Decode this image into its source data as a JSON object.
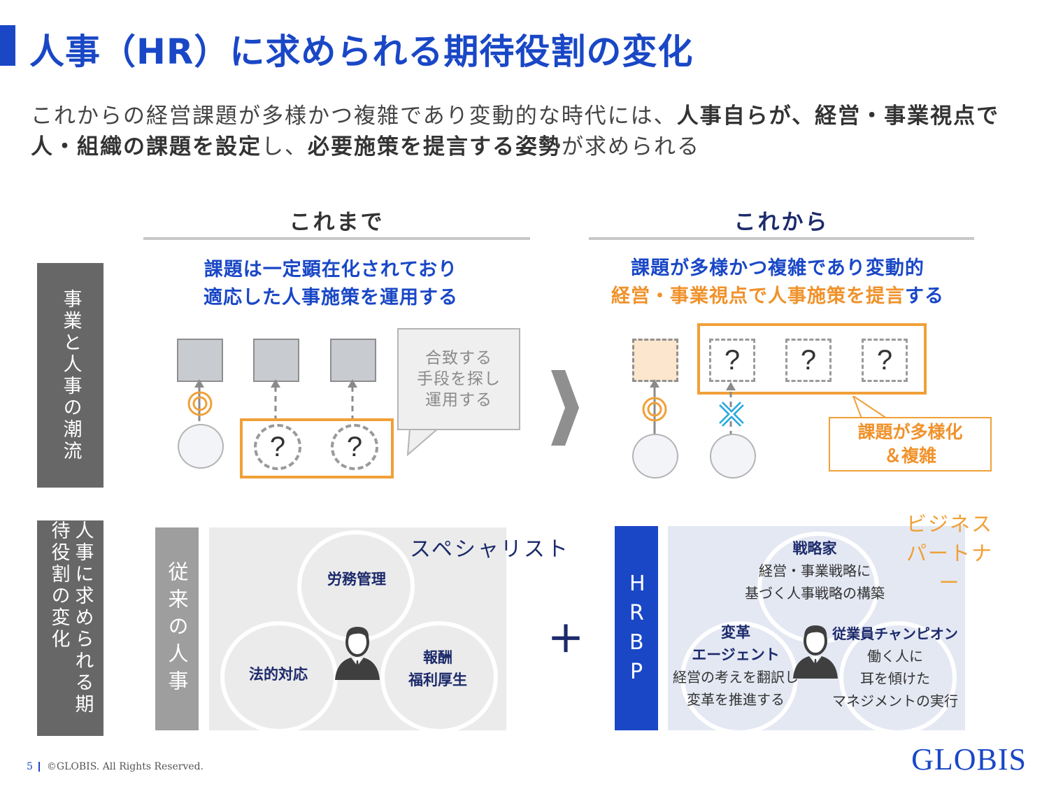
{
  "header": {
    "title": "人事（HR）に求められる期待役割の変化"
  },
  "lead": {
    "part1": "これからの経営課題が多様かつ複雑であり変動的な時代には、",
    "part2_bold": "人事自らが、経営・事業視点で人・組織の課題を設定",
    "part3": "し、",
    "part4_bold": "必要施策を提言する姿勢",
    "part5": "が求められる"
  },
  "columns": {
    "before": "これまで",
    "after": "これから"
  },
  "side_labels": {
    "row1": "事業と人事の潮流",
    "row2": "人事に求められる期待役割の変化"
  },
  "row1": {
    "before_line1": "課題は一定顕在化されており",
    "before_line2": "適応した人事施策を運用する",
    "after_line1": "課題が多様かつ複雑であり変動的",
    "after_line2_orange": "経営・事業視点で人事施策を提言",
    "after_line2_tail": "する",
    "question_mark": "?",
    "callout_line1": "合致する",
    "callout_line2": "手段を探し",
    "callout_line3": "運用する",
    "orange_callout_line1": "課題が多様化",
    "orange_callout_line2": "＆複雑",
    "target_icon": "bullseye-icon",
    "cross_icon": "cross-icon",
    "arrow_icon": "chevron-right-icon"
  },
  "row2": {
    "traditional_label": "従来の人事",
    "specialist_label": "スペシャリスト",
    "skill_top": "労務管理",
    "skill_left": "法的対応",
    "skill_right_line1": "報酬",
    "skill_right_line2": "福利厚生",
    "plus": "＋",
    "hrbp_label": "HRBP",
    "partner_line1": "ビジネス",
    "partner_line2": "パートナー",
    "strategist_title": "戦略家",
    "strategist_line1": "経営・事業戦略に",
    "strategist_line2": "基づく人事戦略の構築",
    "agent_title_line1": "変革",
    "agent_title_line2": "エージェント",
    "agent_line1": "経営の考えを翻訳し",
    "agent_line2": "変革を推進する",
    "champion_title": "従業員チャンピオン",
    "champion_line1": "働く人に",
    "champion_line2": "耳を傾けた",
    "champion_line3": "マネジメントの実行",
    "person_icon": "businessman-icon"
  },
  "footer": {
    "page": "5",
    "copyright": "©GLOBIS. All Rights Reserved.",
    "logo": "GLOBIS"
  },
  "colors": {
    "brand_blue": "#1947c6",
    "navy": "#1c2a6b",
    "orange": "#f0922b",
    "gray": "#676767"
  }
}
